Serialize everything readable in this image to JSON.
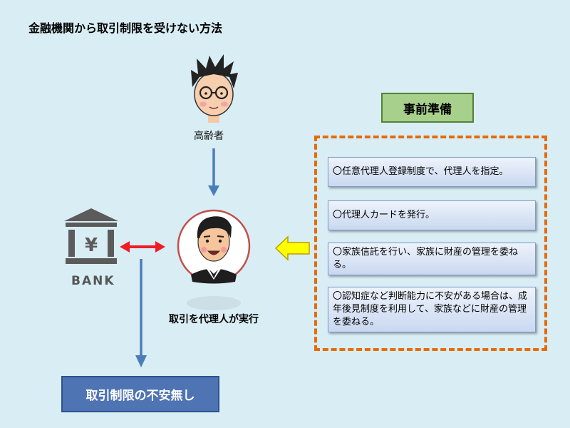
{
  "title": "金融機関から取引制限を受けない方法",
  "elder_label": "高齢者",
  "proxy_label": "取引を代理人が実行",
  "bank_label": "BANK",
  "bank_symbol": "¥",
  "prep_title": "事前準備",
  "steps": [
    "〇任意代理人登録制度で、代理人を指定。",
    "〇代理人カードを発行。",
    "〇家族信託を行い、家族に財産の管理を委ねる。",
    "〇認知症など判断能力に不安がある場合は、成年後見制度を利用して、家族などに財産の管理を委ねる。"
  ],
  "result": "取引制限の不安無し",
  "colors": {
    "background": "#d9edf4",
    "arrow_blue": "#4a7ebb",
    "arrow_red": "#ee1c25",
    "arrow_yellow": "#ffff00",
    "dash_orange": "#e46c0a",
    "prep_green": "#a8d08d",
    "result_blue": "#4f74b3"
  },
  "icons": [
    "elder-person-icon",
    "proxy-person-icon",
    "bank-icon"
  ]
}
